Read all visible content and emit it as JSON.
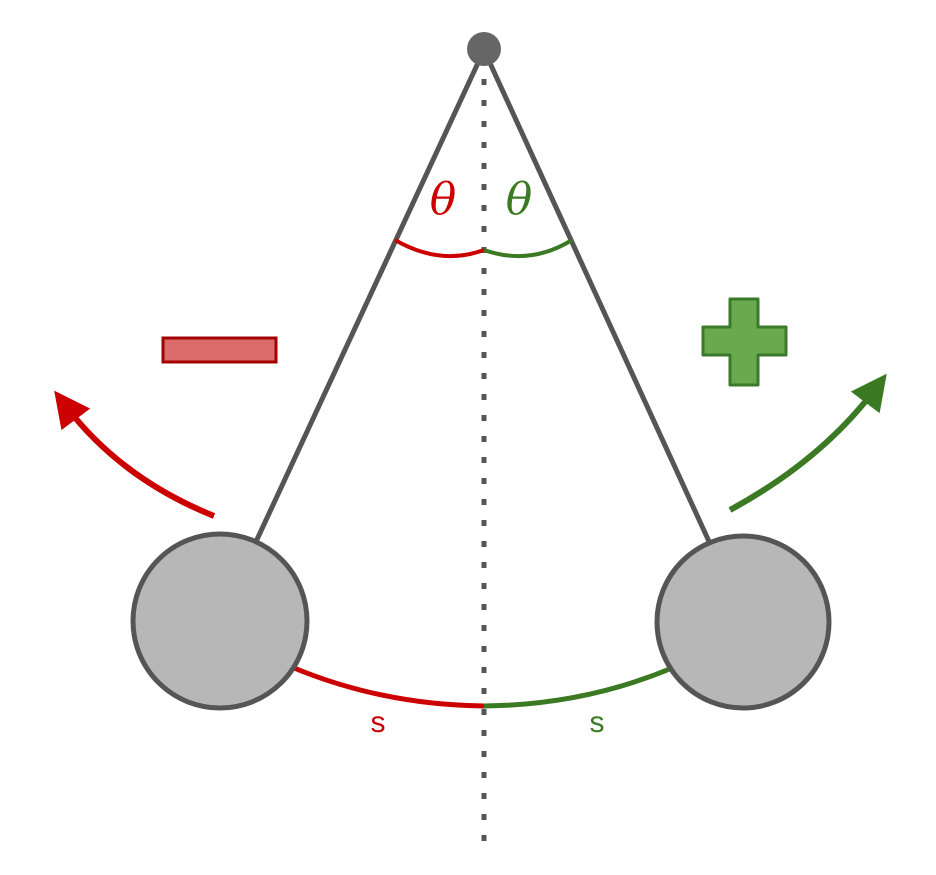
{
  "labels": {
    "theta_left": "θ",
    "theta_right": "θ",
    "arc_left": "s",
    "arc_right": "s"
  },
  "signs": {
    "negative": {
      "icon": "minus-icon",
      "color": "#dc6b6b",
      "border": "#a30000"
    },
    "positive": {
      "icon": "plus-icon",
      "color": "#6aaa4f",
      "border": "#3b7a2a"
    }
  },
  "colors": {
    "negative": "#cc0000",
    "positive": "#3b7a23",
    "string": "#555555",
    "bob_fill": "#b7b7b7",
    "bob_stroke": "#555555",
    "pivot": "#666666"
  }
}
